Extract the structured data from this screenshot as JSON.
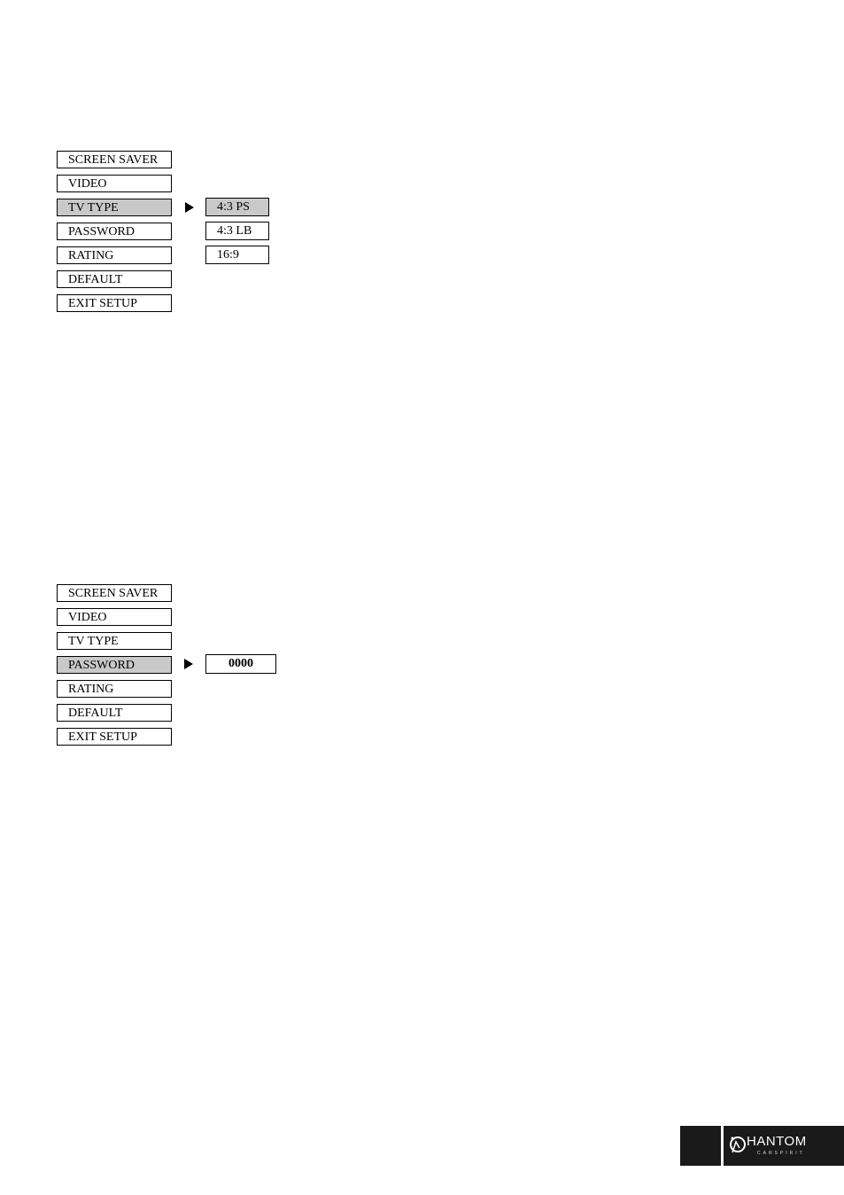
{
  "menu1": {
    "items": [
      "SCREEN SAVER",
      "VIDEO",
      "TV TYPE",
      "PASSWORD",
      "RATING",
      "DEFAULT",
      "EXIT SETUP"
    ],
    "selected": "TV TYPE",
    "options": [
      "4:3 PS",
      "4:3 LB",
      "16:9"
    ],
    "selected_option": "4:3 PS"
  },
  "menu2": {
    "items": [
      "SCREEN SAVER",
      "VIDEO",
      "TV TYPE",
      "PASSWORD",
      "RATING",
      "DEFAULT",
      "EXIT SETUP"
    ],
    "selected": "PASSWORD",
    "password_value": "0000"
  },
  "footer": {
    "logo_text": "HANTOM",
    "logo_subtext": "CARSPIRIT"
  },
  "colors": {
    "selected_bg": "#c9c9c9",
    "footer_bg": "#1a1a1a"
  },
  "icons": {
    "arrow": "right-triangle-icon",
    "logo": "phantom-logo-icon"
  }
}
